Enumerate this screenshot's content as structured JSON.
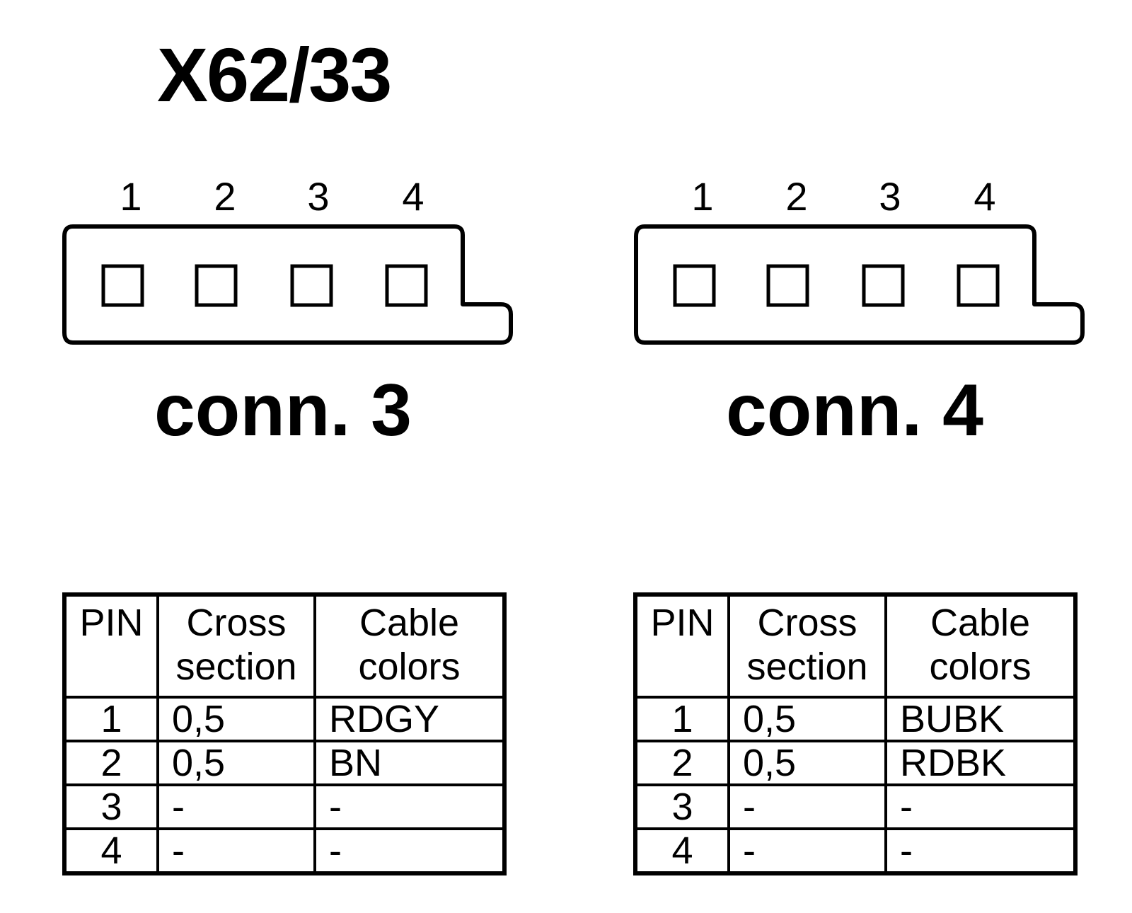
{
  "title": "X62/33",
  "connectors": [
    {
      "label": "conn. 3",
      "pins": [
        "1",
        "2",
        "3",
        "4"
      ],
      "table": {
        "headers": [
          "PIN",
          "Cross section",
          "Cable colors"
        ],
        "rows": [
          {
            "pin": "1",
            "cross_section": "0,5",
            "color": "RDGY"
          },
          {
            "pin": "2",
            "cross_section": "0,5",
            "color": "BN"
          },
          {
            "pin": "3",
            "cross_section": "-",
            "color": "-"
          },
          {
            "pin": "4",
            "cross_section": "-",
            "color": "-"
          }
        ]
      }
    },
    {
      "label": "conn. 4",
      "pins": [
        "1",
        "2",
        "3",
        "4"
      ],
      "table": {
        "headers": [
          "PIN",
          "Cross section",
          "Cable colors"
        ],
        "rows": [
          {
            "pin": "1",
            "cross_section": "0,5",
            "color": "BUBK"
          },
          {
            "pin": "2",
            "cross_section": "0,5",
            "color": "RDBK"
          },
          {
            "pin": "3",
            "cross_section": "-",
            "color": "-"
          },
          {
            "pin": "4",
            "cross_section": "-",
            "color": "-"
          }
        ]
      }
    }
  ]
}
